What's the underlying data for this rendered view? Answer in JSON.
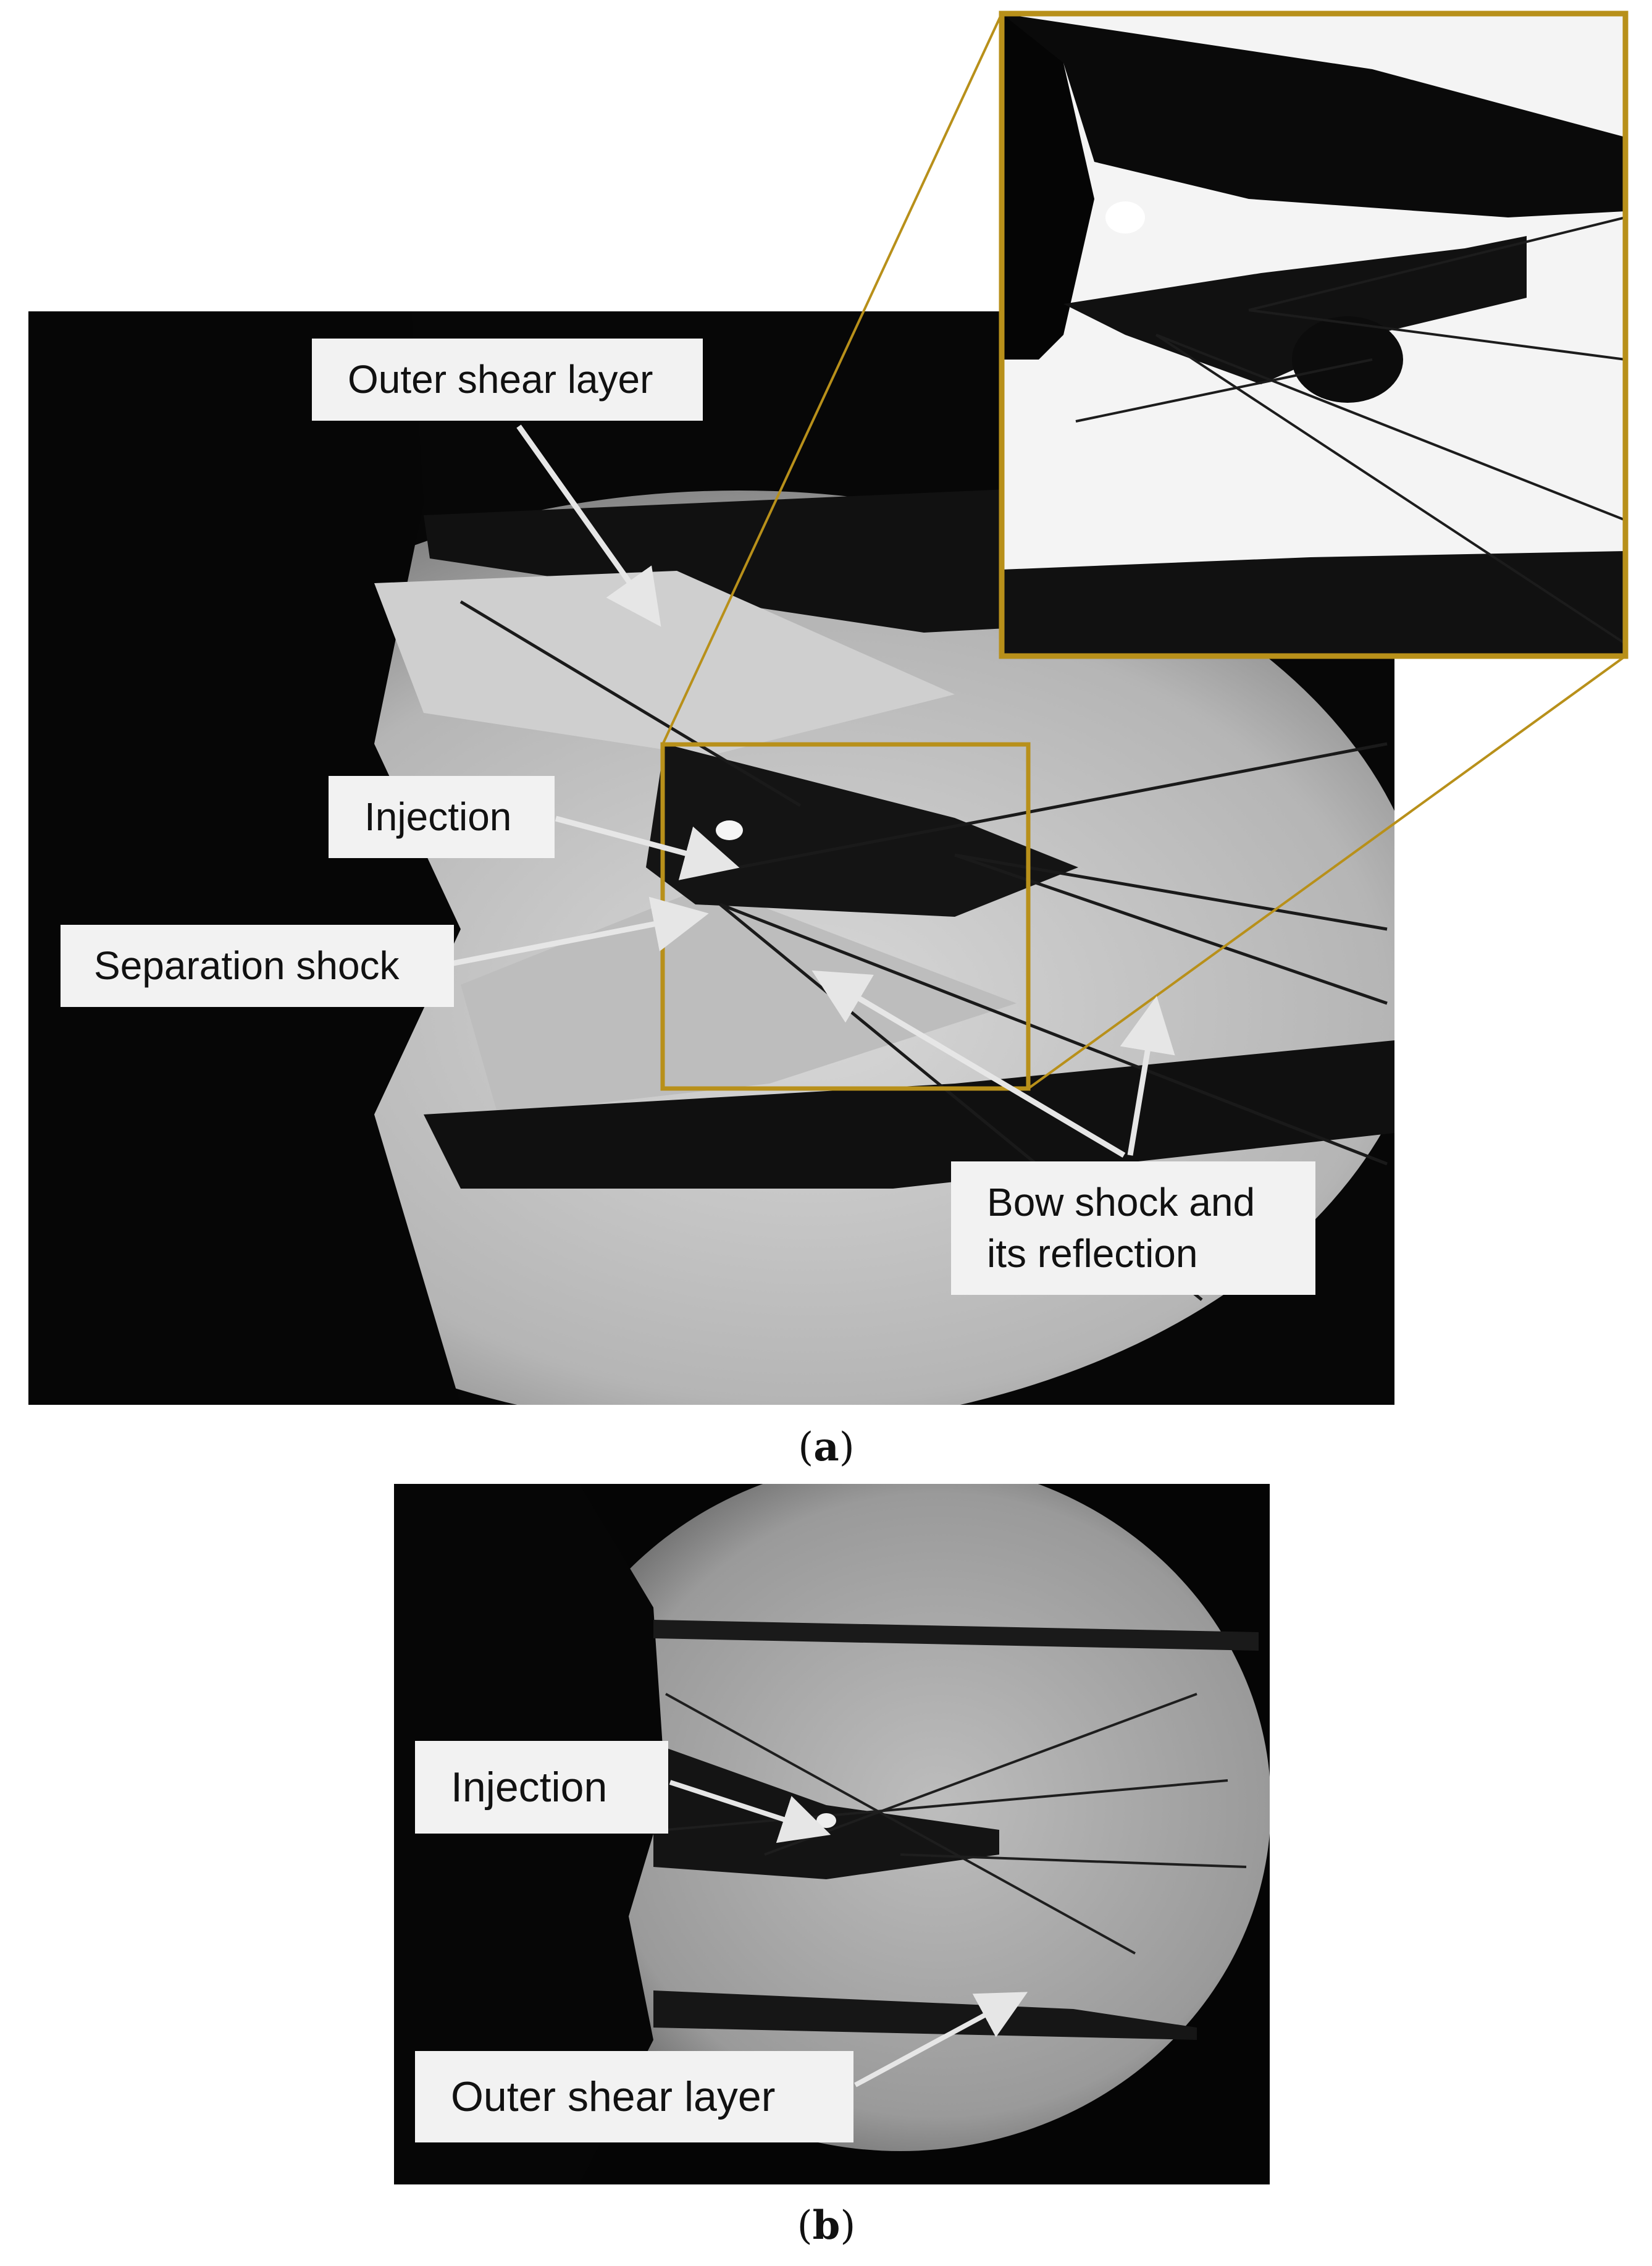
{
  "panel_a": {
    "labels": {
      "outer_shear_layer": "Outer shear layer",
      "injection": "Injection",
      "separation_shock": "Separation shock",
      "bow_shock_line1": "Bow shock and",
      "bow_shock_line2": "its reflection"
    },
    "caption_open": "(",
    "caption_letter": "a",
    "caption_close": ")"
  },
  "panel_b": {
    "labels": {
      "injection": "Injection",
      "outer_shear_layer": "Outer shear layer"
    },
    "caption_open": "(",
    "caption_letter": "b",
    "caption_close": ")"
  },
  "colors": {
    "zoom_box": "#b8901a",
    "arrow": "#e6e6e6",
    "label_bg": "#f2f2f2"
  }
}
